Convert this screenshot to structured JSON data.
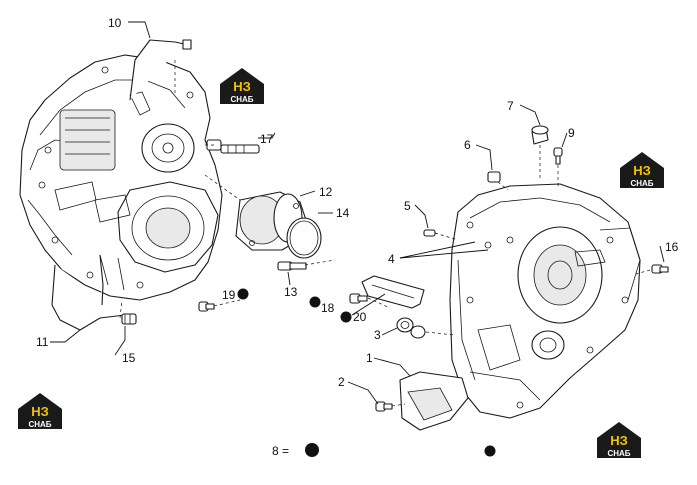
{
  "logo": {
    "mark": "НЗ",
    "word": "СНАБ",
    "colors": {
      "accent": "#f2c200",
      "dark": "#1a1a1a",
      "text": "#ffffff"
    }
  },
  "callouts": [
    {
      "id": "c10",
      "label": "10"
    },
    {
      "id": "c17",
      "label": "17"
    },
    {
      "id": "c12",
      "label": "12"
    },
    {
      "id": "c14",
      "label": "14"
    },
    {
      "id": "c7",
      "label": "7"
    },
    {
      "id": "c9",
      "label": "9"
    },
    {
      "id": "c6",
      "label": "6"
    },
    {
      "id": "c5",
      "label": "5"
    },
    {
      "id": "c4",
      "label": "4"
    },
    {
      "id": "c16",
      "label": "16"
    },
    {
      "id": "c19",
      "label": "19"
    },
    {
      "id": "c13",
      "label": "13"
    },
    {
      "id": "c18",
      "label": "18"
    },
    {
      "id": "c20",
      "label": "20"
    },
    {
      "id": "c3",
      "label": "3"
    },
    {
      "id": "c1",
      "label": "1"
    },
    {
      "id": "c11",
      "label": "11"
    },
    {
      "id": "c15",
      "label": "15"
    },
    {
      "id": "c2",
      "label": "2"
    }
  ],
  "legend": {
    "text": "8 ="
  }
}
